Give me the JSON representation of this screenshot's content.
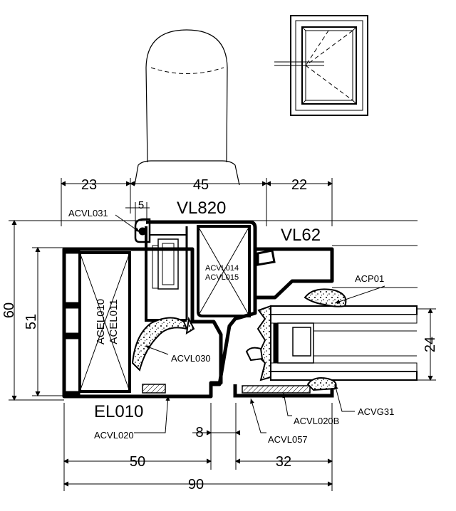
{
  "dimensions": {
    "top": [
      "23",
      "45",
      "22"
    ],
    "small_gap": "5",
    "height_total": "60",
    "height_inner": "51",
    "glass_thickness": "24",
    "bottom_gap": "8",
    "bottom_left": "50",
    "bottom_right": "32",
    "bottom_total": "90"
  },
  "profiles": {
    "sash": "VL820",
    "bead": "VL62",
    "frame": "EL010"
  },
  "parts": {
    "acvl031": "ACVL031",
    "acvl014": "ACVL014",
    "acvl015": "ACVL015",
    "acel010": "ACEL010",
    "acel011": "ACEL011",
    "acp01": "ACP01",
    "acvl030": "ACVL030",
    "acvl020": "ACVL020",
    "acvl020b": "ACVL020B",
    "acvl057": "ACVL057",
    "acvg31": "ACVG31"
  }
}
